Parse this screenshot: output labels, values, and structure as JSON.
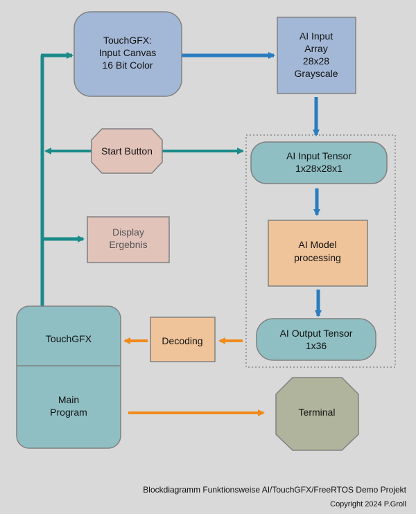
{
  "nodes": {
    "input_canvas": [
      "TouchGFX:",
      "Input Canvas",
      "16 Bit Color"
    ],
    "input_array": [
      "AI Input",
      "Array",
      "28x28",
      "Grayscale"
    ],
    "start_button": [
      "Start Button"
    ],
    "input_tensor": [
      "AI Input Tensor",
      "1x28x28x1"
    ],
    "display_result": [
      "Display",
      "Ergebnis"
    ],
    "model_processing": [
      "AI Model",
      "processing"
    ],
    "output_tensor": [
      "AI Output Tensor",
      "1x36"
    ],
    "decoding": [
      "Decoding"
    ],
    "touchgfx": [
      "TouchGFX"
    ],
    "main_program": [
      "Main",
      "Program"
    ],
    "terminal": [
      "Terminal"
    ]
  },
  "caption": {
    "title": "Blockdiagramm Funktionsweise AI/TouchGFX/FreeRTOS Demo Projekt",
    "copyright": "Copyright 2024 P.Groll"
  },
  "colors": {
    "teal_arrow": "#1a8a8a",
    "blue_arrow": "#2a7cc0",
    "orange_arrow": "#f08a1c",
    "blue_box": "#a3b8d6",
    "teal_box": "#8fbfc3",
    "pink_box": "#e2c3ba",
    "orange_box": "#f0c49a",
    "olive_box": "#b0b49c",
    "outline": "#808080"
  }
}
